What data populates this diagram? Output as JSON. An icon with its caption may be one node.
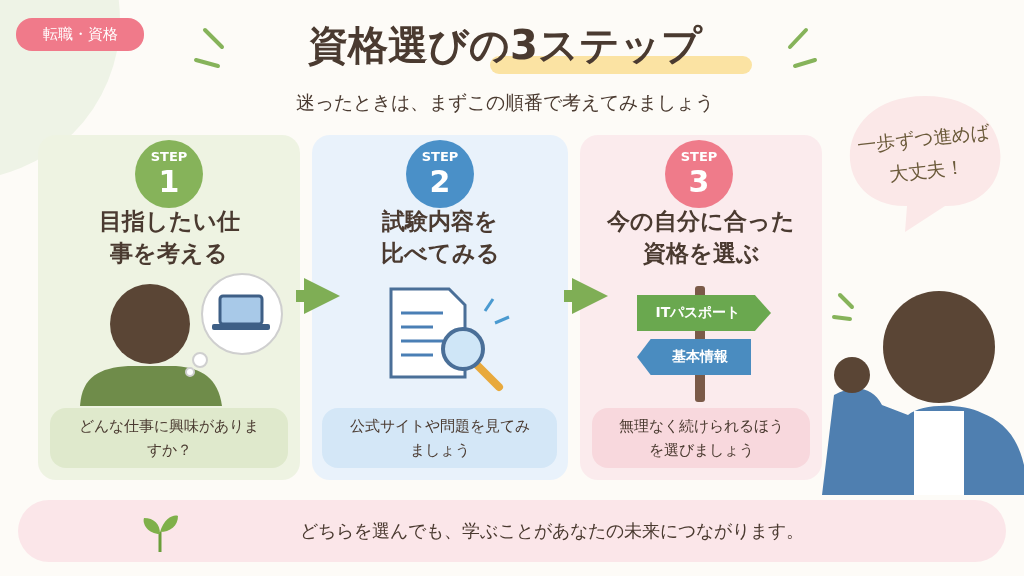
{
  "diagram": {
    "title": "資格選びの3ステップ",
    "nodes": [
      {
        "text": [
          "目指したい仕事を考える"
        ]
      },
      {
        "text": [
          "STEP",
          "1"
        ],
        "in": 0
      },
      {
        "text": [
          "どんな仕事に興味がありますか？"
        ],
        "in": 0
      },
      {
        "text": [
          "試験内容を比べてみる"
        ]
      },
      {
        "text": [
          "STEP",
          "2"
        ],
        "in": 3
      },
      {
        "text": [
          "公式サイトや問題を見てみましょう"
        ],
        "in": 3
      },
      {
        "text": [
          "今の自分に合った資格を選ぶ"
        ]
      },
      {
        "text": [
          "STEP",
          "3"
        ],
        "in": 6
      },
      {
        "text": [
          "ITパスポート"
        ],
        "in": 6
      },
      {
        "text": [
          "基本情報"
        ],
        "in": 6
      },
      {
        "text": [
          "無理なく続けられるほうを選びましょう"
        ],
        "in": 6
      },
      {
        "text": [
          "一歩ずつ進めば大丈夫！"
        ]
      },
      {
        "text": [
          "どちらを選んでも、学ぶことがあなたの未来につながります。"
        ]
      },
      {
        "text": [
          "転職・資格"
        ]
      }
    ],
    "edges": [
      {
        "from": 0,
        "to": 3,
        "arrow": "to"
      },
      {
        "from": 3,
        "to": 6,
        "arrow": "to"
      }
    ],
    "labels": [
      "迷ったときは、まずこの順番で考えてみましょう"
    ]
  }
}
